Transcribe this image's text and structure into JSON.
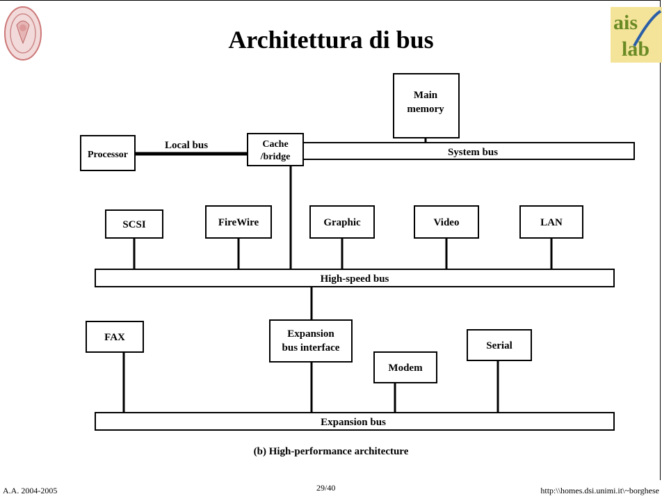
{
  "slide": {
    "title": "Architettura di bus",
    "footer_left": "A.A. 2004-2005",
    "footer_center": "29/40",
    "footer_right": "http:\\\\homes.dsi.unimi.it\\~borghese"
  },
  "logos": {
    "left": "university-seal",
    "right_text": "ais lab"
  },
  "diagram": {
    "caption": "(b) High-performance architecture",
    "nodes": {
      "main_memory": [
        "Main",
        "memory"
      ],
      "processor": "Processor",
      "cache_bridge": [
        "Cache",
        "/bridge"
      ],
      "scsi": "SCSI",
      "firewire": "FireWire",
      "graphic": "Graphic",
      "video": "Video",
      "lan": "LAN",
      "fax": "FAX",
      "expansion_interface": [
        "Expansion",
        "bus interface"
      ],
      "modem": "Modem",
      "serial": "Serial"
    },
    "buses": {
      "local_bus": "Local bus",
      "system_bus": "System bus",
      "high_speed_bus": "High-speed bus",
      "expansion_bus": "Expansion bus"
    }
  }
}
